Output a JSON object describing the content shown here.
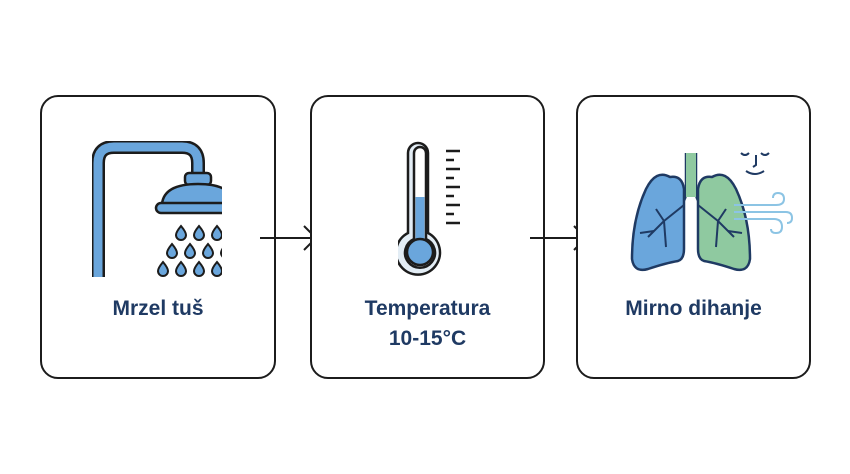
{
  "diagram": {
    "type": "process-flow",
    "steps": [
      {
        "label": "Mrzel tuš",
        "icon": "shower-icon"
      },
      {
        "label_line1": "Temperatura",
        "label_line2": "10-15°C",
        "icon": "thermometer-icon"
      },
      {
        "label": "Mirno dihanje",
        "icon": "lungs-breathing-icon"
      }
    ],
    "connectors": [
      {
        "from": 0,
        "to": 1,
        "icon": "arrow-right-icon"
      },
      {
        "from": 1,
        "to": 2,
        "icon": "arrow-right-icon"
      }
    ]
  },
  "colors": {
    "text": "#1f3a63",
    "outline": "#1c1c1c",
    "blue_fill": "#6aa6dc",
    "light_blue_fill": "#e3edf5",
    "green_fill": "#8fc9a0",
    "air_lines": "#8cc4e4",
    "background": "#ffffff"
  }
}
